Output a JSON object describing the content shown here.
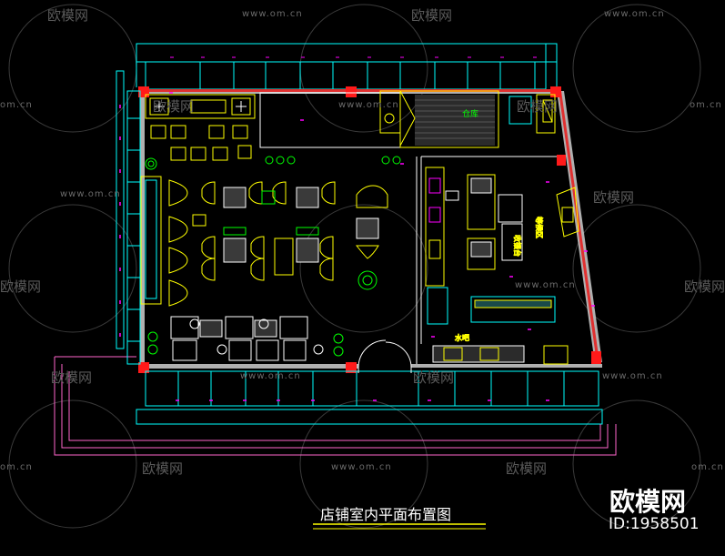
{
  "watermarks": {
    "brand": "欧模网",
    "url": "www.om.cn",
    "url_partial": "om.cn"
  },
  "drawing": {
    "title": "店铺室内平面布置图",
    "labels": {
      "storage": "仓库",
      "cashier": "收银台",
      "sink": "水吧",
      "waiting": "等候区"
    }
  },
  "brand_block": {
    "name": "欧模网",
    "id_text": "ID:1958501"
  },
  "colors": {
    "background": "#000000",
    "wall": "#00ffff",
    "column": "#ff0000",
    "furniture": "#ffff00",
    "dimension": "#ff00ff",
    "plant": "#00ff00",
    "outline_wall": "#b0b0b0",
    "exterior_red": "#e03030"
  }
}
